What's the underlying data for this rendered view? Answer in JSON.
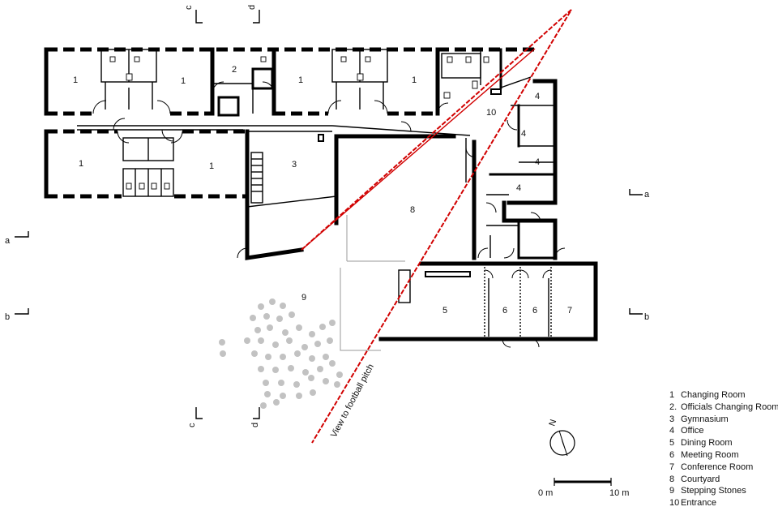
{
  "plan": {
    "rooms": [
      {
        "id": "r1a",
        "label": "1"
      },
      {
        "id": "r1b",
        "label": "1"
      },
      {
        "id": "r2",
        "label": "2"
      },
      {
        "id": "r1c",
        "label": "1"
      },
      {
        "id": "r1d",
        "label": "1"
      },
      {
        "id": "r10",
        "label": "10"
      },
      {
        "id": "r4a",
        "label": "4"
      },
      {
        "id": "r1e",
        "label": "1"
      },
      {
        "id": "r1f",
        "label": "1"
      },
      {
        "id": "r3",
        "label": "3"
      },
      {
        "id": "r4b",
        "label": "4"
      },
      {
        "id": "r4c",
        "label": "4"
      },
      {
        "id": "r4d",
        "label": "4"
      },
      {
        "id": "r8",
        "label": "8"
      },
      {
        "id": "r9",
        "label": "9"
      },
      {
        "id": "r5",
        "label": "5"
      },
      {
        "id": "r6a",
        "label": "6"
      },
      {
        "id": "r6b",
        "label": "6"
      },
      {
        "id": "r7",
        "label": "7"
      }
    ],
    "sections": {
      "c_top": "c",
      "d_top": "d",
      "a_left": "a",
      "a_right": "a",
      "b_left": "b",
      "b_right": "b",
      "c_bottom": "c",
      "d_bottom": "d"
    },
    "view_label": "View to football pitch",
    "north_label": "N",
    "scale": {
      "start": "0 m",
      "end": "10 m"
    },
    "accent_color": "#d10000"
  },
  "legend": [
    {
      "num": "1",
      "text": "Changing Room"
    },
    {
      "num": "2.",
      "text": "Officials Changing Room"
    },
    {
      "num": "3",
      "text": "Gymnasium"
    },
    {
      "num": "4",
      "text": "Office"
    },
    {
      "num": "5",
      "text": "Dining Room"
    },
    {
      "num": "6",
      "text": "Meeting Room"
    },
    {
      "num": "7",
      "text": "Conference Room"
    },
    {
      "num": "8",
      "text": "Courtyard"
    },
    {
      "num": "9",
      "text": "Stepping Stones"
    },
    {
      "num": "10",
      "text": "Entrance"
    }
  ]
}
